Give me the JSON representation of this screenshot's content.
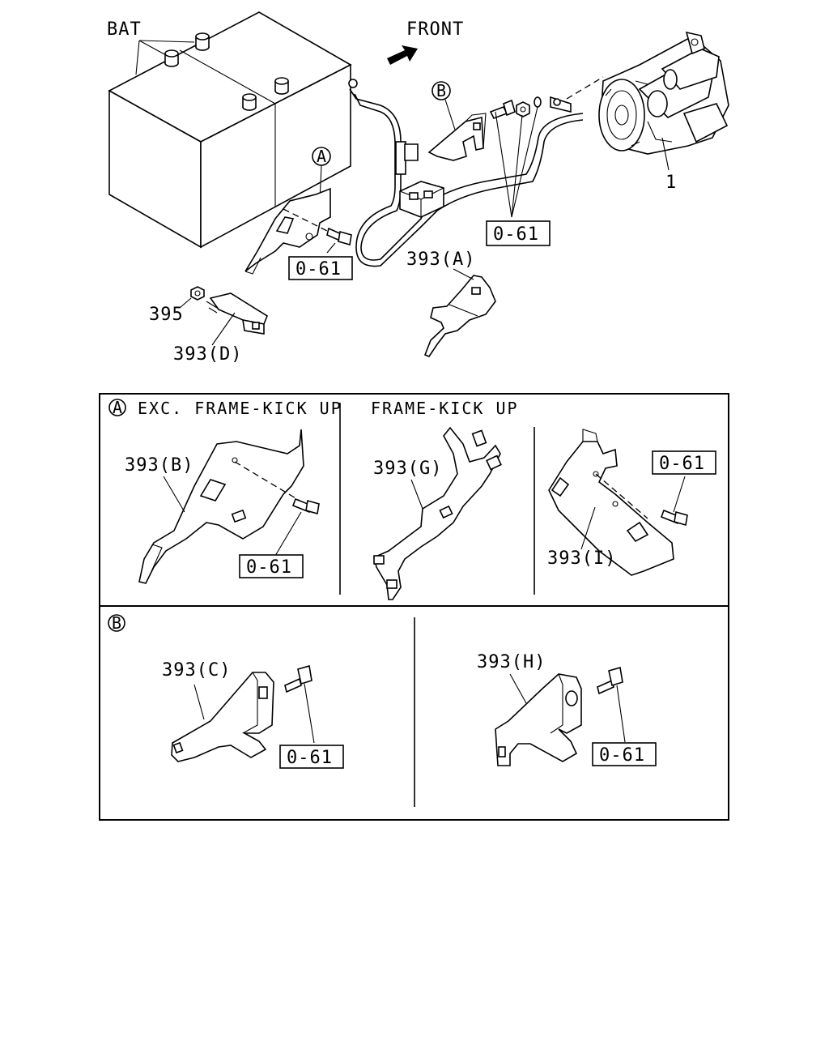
{
  "top": {
    "bat": "BAT",
    "front": "FRONT",
    "callout_a": "A",
    "callout_b": "B",
    "ref_left": "0-61",
    "ref_right": "0-61",
    "p393a": "393(A)",
    "p395": "395",
    "p393d": "393(D)",
    "p1": "1"
  },
  "panel_a": {
    "circle": "A",
    "title_exc": "EXC. FRAME-KICK UP",
    "title_kick": "FRAME-KICK UP",
    "p393b": "393(B)",
    "ref_b": "0-61",
    "p393g": "393(G)",
    "p393i": "393(I)",
    "ref_i": "0-61"
  },
  "panel_b": {
    "circle": "B",
    "p393c": "393(C)",
    "ref_c": "0-61",
    "p393h": "393(H)",
    "ref_h": "0-61"
  }
}
